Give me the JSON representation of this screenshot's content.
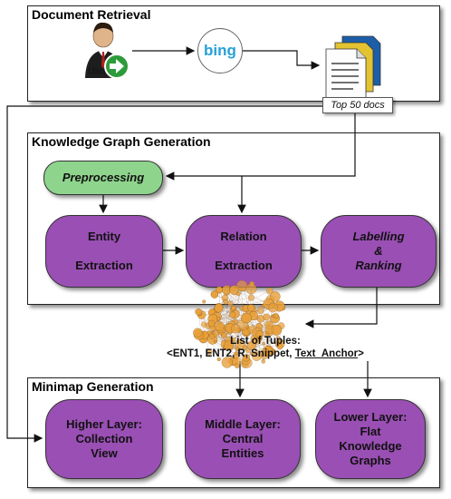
{
  "panels": {
    "retrieval": "Document Retrieval",
    "kg": "Knowledge Graph Generation",
    "minimap": "Minimap Generation"
  },
  "retrieval": {
    "user_label": "User",
    "search_engine": "bing",
    "docs_label": "Top 50 docs"
  },
  "kg": {
    "preprocessing": "Preprocessing",
    "entity": {
      "line1": "Entity",
      "line2": "Extraction"
    },
    "relation": {
      "line1": "Relation",
      "line2": "Extraction"
    },
    "labelling": {
      "line1": "Labelling",
      "line2": "&",
      "line3": "Ranking"
    }
  },
  "tuples": {
    "line1": "List of Tuples:",
    "line2_prefix": "<ENT1, ENT2, R, Snippet, ",
    "line2_anchor": "Text_Anchor",
    "line2_suffix": ">"
  },
  "minimap": {
    "higher": {
      "line1": "Higher Layer:",
      "line2": "Collection",
      "line3": "View"
    },
    "middle": {
      "line1": "Middle Layer:",
      "line2": "Central",
      "line3": "Entities"
    },
    "lower": {
      "line1": "Lower Layer:",
      "line2": "Flat",
      "line3": "Knowledge",
      "line4": "Graphs"
    }
  },
  "colors": {
    "process_node": "#9a4fb4",
    "preprocessing_node": "#8fd48d",
    "graph_nodes": "#e8a03a",
    "arrow_icon": "#2e9b3a"
  }
}
